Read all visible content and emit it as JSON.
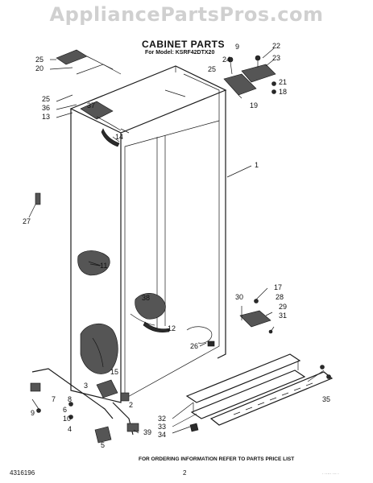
{
  "watermark": "AppliancePartsPros.com",
  "header": {
    "title": "CABINET PARTS",
    "subtitle": "For Model: KSRF42DTX20"
  },
  "callouts": [
    "25",
    "20",
    "25",
    "36",
    "13",
    "37",
    "14",
    "9",
    "22",
    "24",
    "23",
    "25",
    "21",
    "18",
    "19",
    "1",
    "27",
    "11",
    "17",
    "30",
    "28",
    "29",
    "31",
    "38",
    "12",
    "26",
    "15",
    "3",
    "7",
    "8",
    "9",
    "6",
    "10",
    "4",
    "5",
    "2",
    "39",
    "32",
    "33",
    "34",
    "35"
  ],
  "footer": {
    "ordering_note": "FOR ORDERING INFORMATION REFER TO PARTS PRICE LIST",
    "document_number": "4316196",
    "page_number": "2",
    "stamp": "· ····· ··· ·"
  }
}
